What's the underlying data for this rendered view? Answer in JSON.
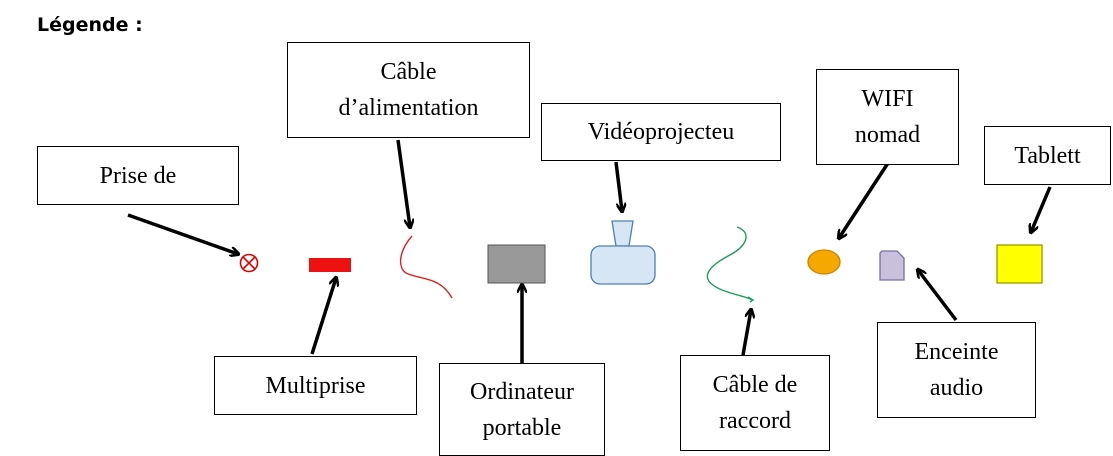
{
  "legend_title": "Légende :",
  "labels": {
    "prise": "Prise de",
    "cable_alim": "Câble\nd’alimentation",
    "videoprojecteur": "Vidéoprojecteu",
    "wifi": "WIFI\nnomad",
    "tablette": "Tablett",
    "multiprise": "Multiprise",
    "ordinateur": "Ordinateur\nportable",
    "cable_raccord": "Câble de\nraccord",
    "enceinte": "Enceinte\naudio"
  },
  "colors": {
    "prise_symbol": "#e00000",
    "multiprise": "#ee1111",
    "cable_alim": "#e02020",
    "ordinateur": "#999999",
    "videoprojecteur_fill": "#d6e6f4",
    "videoprojecteur_stroke": "#4f7fb0",
    "cable_raccord": "#1aa05a",
    "wifi_fill": "#f5a800",
    "wifi_stroke": "#d08000",
    "enceinte_fill": "#c8c0dc",
    "enceinte_stroke": "#7a70a0",
    "tablette_fill": "#ffff00",
    "tablette_stroke": "#999900"
  }
}
